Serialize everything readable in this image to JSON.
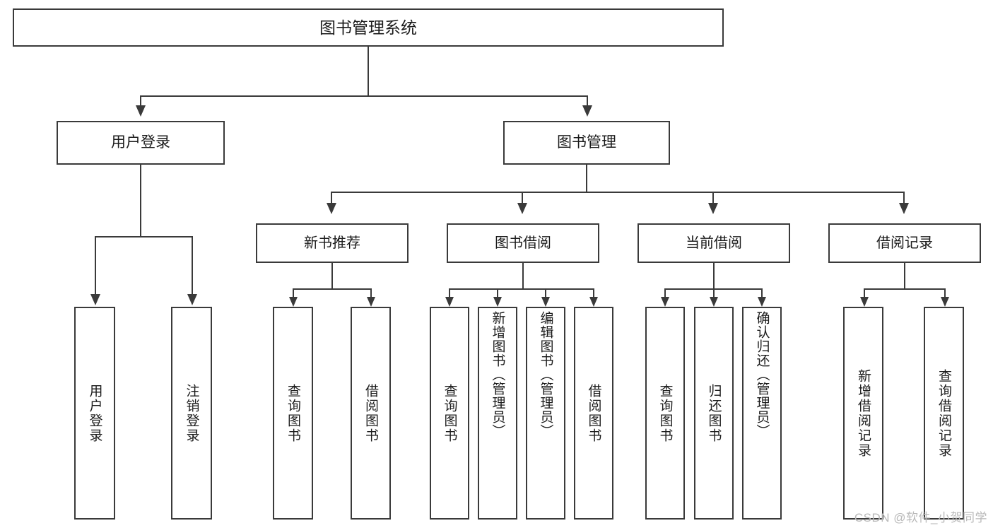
{
  "diagram": {
    "type": "tree-hierarchy",
    "title": "图书管理系统",
    "root": {
      "label": "图书管理系统"
    },
    "level1": [
      {
        "id": "user-login",
        "label": "用户登录"
      },
      {
        "id": "book-management",
        "label": "图书管理"
      }
    ],
    "level2": [
      {
        "id": "new-book-recommend",
        "label": "新书推荐",
        "parent": "book-management"
      },
      {
        "id": "book-borrow",
        "label": "图书借阅",
        "parent": "book-management"
      },
      {
        "id": "current-borrow",
        "label": "当前借阅",
        "parent": "book-management"
      },
      {
        "id": "borrow-record",
        "label": "借阅记录",
        "parent": "book-management"
      }
    ],
    "leaves": {
      "user_login": [
        {
          "id": "leaf-user-login",
          "label": "用户登录"
        },
        {
          "id": "leaf-logout",
          "label": "注销登录"
        }
      ],
      "new_book_recommend": [
        {
          "id": "leaf-query-book-1",
          "label": "查询图书"
        },
        {
          "id": "leaf-borrow-book-1",
          "label": "借阅图书"
        }
      ],
      "book_borrow": [
        {
          "id": "leaf-query-book-2",
          "label": "查询图书"
        },
        {
          "id": "leaf-add-book",
          "label": "新增图书（管理员）"
        },
        {
          "id": "leaf-edit-book",
          "label": "编辑图书（管理员）"
        },
        {
          "id": "leaf-borrow-book-2",
          "label": "借阅图书"
        }
      ],
      "current_borrow": [
        {
          "id": "leaf-query-book-3",
          "label": "查询图书"
        },
        {
          "id": "leaf-return-book",
          "label": "归还图书"
        },
        {
          "id": "leaf-confirm-return",
          "label": "确认归还（管理员）"
        }
      ],
      "borrow_record": [
        {
          "id": "leaf-add-record",
          "label": "新增借阅记录"
        },
        {
          "id": "leaf-query-record",
          "label": "查询借阅记录"
        }
      ]
    },
    "watermark": "CSDN @软件_小贺同学",
    "colors": {
      "stroke": "#3a3a3a",
      "background": "#ffffff",
      "text": "#1b1b1b",
      "watermark": "#b9b9b9"
    }
  }
}
